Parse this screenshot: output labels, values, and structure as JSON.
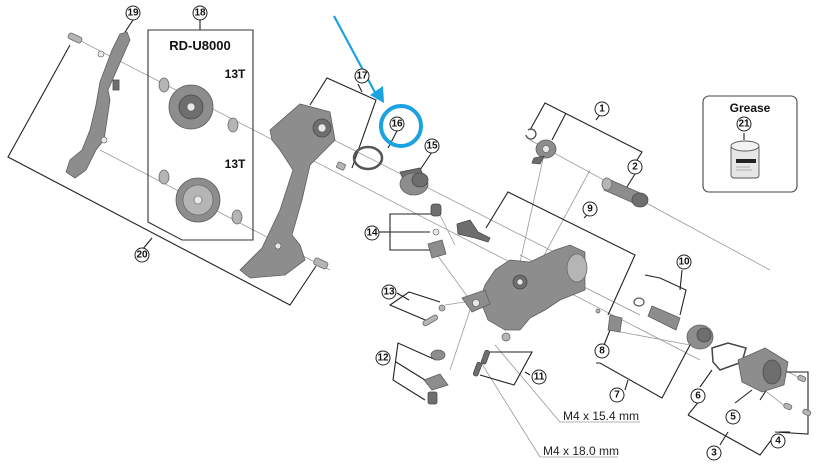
{
  "diagram": {
    "title": "Rear derailleur exploded view",
    "model_box_label": "RD-U8000",
    "pulley_teeth_upper": "13T",
    "pulley_teeth_lower": "13T",
    "grease_label": "Grease",
    "screw_specs": [
      {
        "ref": "11",
        "text": "M4 x 15.4 mm"
      },
      {
        "ref": "11",
        "text": "M4 x 18.0 mm"
      }
    ],
    "highlight": {
      "part_ref": "16",
      "color": "#1aa3e0",
      "description": "blue arrow and circle pointing at part 16"
    },
    "callouts": [
      {
        "id": "1",
        "label": "1"
      },
      {
        "id": "2",
        "label": "2"
      },
      {
        "id": "3",
        "label": "3"
      },
      {
        "id": "4",
        "label": "4"
      },
      {
        "id": "5",
        "label": "5"
      },
      {
        "id": "6",
        "label": "6"
      },
      {
        "id": "7",
        "label": "7"
      },
      {
        "id": "8",
        "label": "8"
      },
      {
        "id": "9",
        "label": "9"
      },
      {
        "id": "10",
        "label": "10"
      },
      {
        "id": "11",
        "label": "11"
      },
      {
        "id": "12",
        "label": "12"
      },
      {
        "id": "13",
        "label": "13"
      },
      {
        "id": "14",
        "label": "14"
      },
      {
        "id": "15",
        "label": "15"
      },
      {
        "id": "16",
        "label": "16"
      },
      {
        "id": "17",
        "label": "17"
      },
      {
        "id": "18",
        "label": "18"
      },
      {
        "id": "19",
        "label": "19"
      },
      {
        "id": "20",
        "label": "20"
      },
      {
        "id": "21",
        "label": "21"
      }
    ]
  }
}
